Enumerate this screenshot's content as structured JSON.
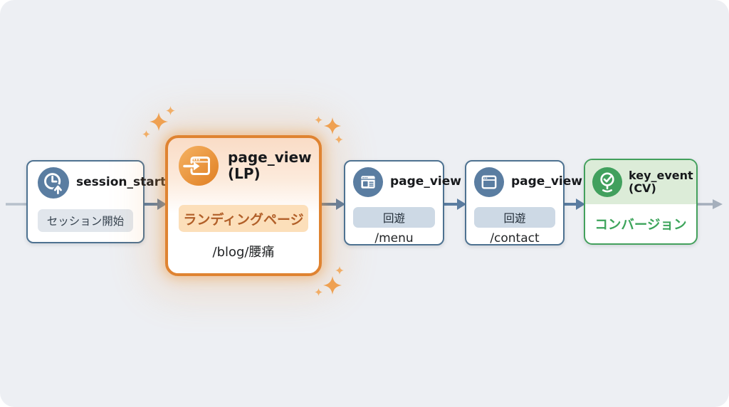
{
  "nodes": [
    {
      "event": "session_start",
      "badge": "セッション開始",
      "icon": "clock-session-start-icon"
    },
    {
      "event": "page_view",
      "qualifier": "(LP)",
      "badge": "ランディングページ",
      "path": "/blog/腰痛",
      "icon": "page-enter-icon",
      "highlighted": true
    },
    {
      "event": "page_view",
      "badge": "回遊",
      "path": "/menu",
      "icon": "browser-layout-icon"
    },
    {
      "event": "page_view",
      "badge": "回遊",
      "path": "/contact",
      "icon": "browser-window-icon"
    },
    {
      "event": "key_event",
      "qualifier": "(CV)",
      "label": "コンバージョン",
      "icon": "target-check-icon"
    }
  ],
  "colors": {
    "canvas_background": "#edeff3",
    "node_border": "#4e7291",
    "node_icon_circle": "#5a7da1",
    "arrow": "#5b7da1",
    "entry_line": "#b7c0cb",
    "exit_arrow": "#a5afbc",
    "highlight_border": "#df8331",
    "highlight_badge_bg": "#fcdfba",
    "highlight_badge_text": "#b26029",
    "highlight_icon_gradient": [
      "#f5b263",
      "#e07f22"
    ],
    "success_border": "#43a05c",
    "success_header_bg": "#dcecd8",
    "success_text": "#3da45b",
    "neutral_badge_bg": "#e1e6ec",
    "blue_badge_bg": "#cdd9e5",
    "sparkle": "#efa254"
  }
}
